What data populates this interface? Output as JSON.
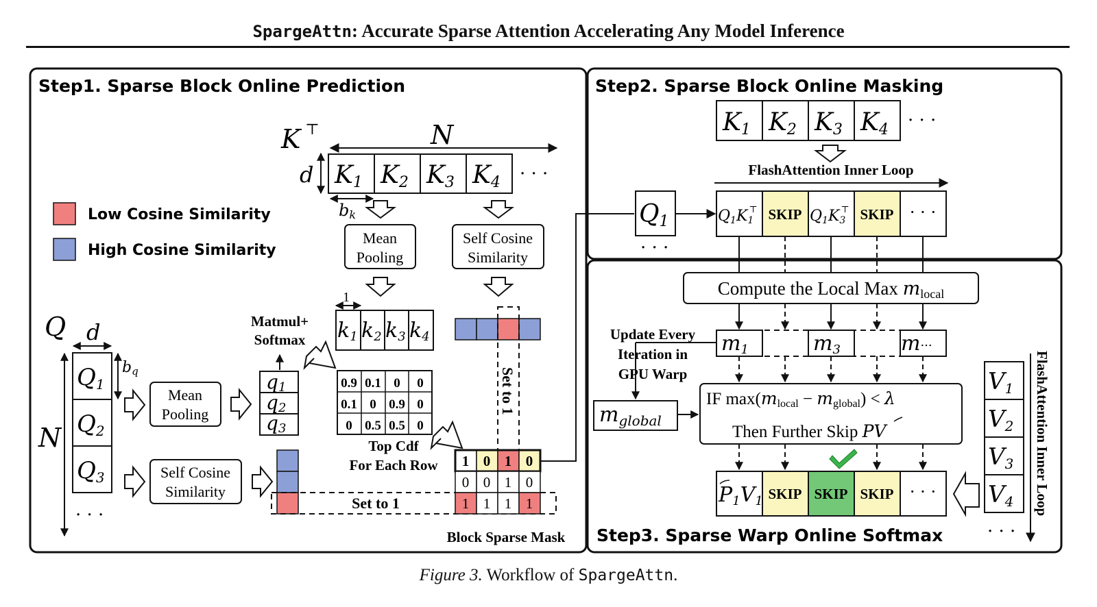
{
  "header": {
    "title_code": "SpargeAttn",
    "title_rest": ": Accurate Sparse Attention Accelerating Any Model Inference"
  },
  "caption": {
    "label": "Figure 3.",
    "text": " Workflow of ",
    "code": "SpargeAttn",
    "end": "."
  },
  "colors": {
    "low_similarity": "#f08080",
    "high_similarity": "#8c9fd6",
    "skip": "#fbf6c0",
    "skip_further": "#72c877",
    "check": "#3bb54a",
    "mask_yellow": "#fbf6c0"
  },
  "legend": {
    "low": "Low  Cosine Similarity",
    "high": "High Cosine Similarity"
  },
  "step1": {
    "title": "Step1. Sparse Block Online Prediction",
    "kt_label": "K",
    "kt_sup": "⊤",
    "n_label": "N",
    "d_label": "d",
    "bk_label": "b",
    "bk_sub": "k",
    "k_blocks": [
      {
        "base": "K",
        "sub": "1"
      },
      {
        "base": "K",
        "sub": "2"
      },
      {
        "base": "K",
        "sub": "3"
      },
      {
        "base": "K",
        "sub": "4"
      }
    ],
    "ellipsis": "· · ·",
    "mean_pooling_1": "Mean",
    "mean_pooling_2": "Pooling",
    "self_cos_1": "Self Cosine",
    "self_cos_2": "Similarity",
    "one_label": "1",
    "small_k": [
      {
        "base": "k",
        "sub": "1"
      },
      {
        "base": "k",
        "sub": "2"
      },
      {
        "base": "k",
        "sub": "3"
      },
      {
        "base": "k",
        "sub": "4"
      }
    ],
    "matmul_1": "Matmul+",
    "matmul_2": "Softmax",
    "q_label": "Q",
    "q_d_label": "d",
    "bq_label": "b",
    "bq_sub": "q",
    "q_n_label": "N",
    "q_blocks": [
      {
        "base": "Q",
        "sub": "1"
      },
      {
        "base": "Q",
        "sub": "2"
      },
      {
        "base": "Q",
        "sub": "3"
      }
    ],
    "q_ellipsis": "· · ·",
    "small_q": [
      {
        "base": "q",
        "sub": "1"
      },
      {
        "base": "q",
        "sub": "2"
      },
      {
        "base": "q",
        "sub": "3"
      }
    ],
    "attn_matrix": [
      [
        "0.9",
        "0.1",
        "0",
        "0"
      ],
      [
        "0.1",
        "0",
        "0.9",
        "0"
      ],
      [
        "0",
        "0.5",
        "0.5",
        "0"
      ]
    ],
    "topcdf_1": "Top Cdf",
    "topcdf_2": "For Each Row",
    "mask_rows": [
      [
        "1",
        "0",
        "1",
        "0"
      ],
      [
        "0",
        "0",
        "1",
        "0"
      ],
      [
        "1",
        "1",
        "1",
        "1"
      ]
    ],
    "set_to_1_vertical": "Set to 1",
    "set_to_1_horizontal": "Set to 1",
    "mask_label": "Block Sparse Mask"
  },
  "step2": {
    "title": "Step2. Sparse Block Online Masking",
    "k_blocks": [
      {
        "base": "K",
        "sub": "1"
      },
      {
        "base": "K",
        "sub": "2"
      },
      {
        "base": "K",
        "sub": "3"
      },
      {
        "base": "K",
        "sub": "4"
      }
    ],
    "ellipsis": "· · ·",
    "inner_loop": "FlashAttention Inner Loop",
    "q1": {
      "base": "Q",
      "sub": "1"
    },
    "q_ellipsis": "· · ·",
    "qk_cells": [
      {
        "kind": "qk",
        "base_q": "Q",
        "sub_q": "1",
        "base_k": "K",
        "sub_k": "1",
        "sup": "⊤"
      },
      {
        "kind": "skip",
        "text": "SKIP"
      },
      {
        "kind": "qk",
        "base_q": "Q",
        "sub_q": "1",
        "base_k": "K",
        "sub_k": "3",
        "sup": "⊤"
      },
      {
        "kind": "skip",
        "text": "SKIP"
      },
      {
        "kind": "dots",
        "text": "· · ·"
      }
    ]
  },
  "step3": {
    "title": "Step3. Sparse Warp Online Softmax",
    "local_max_text": "Compute the Local Max ",
    "local_max_m": "m",
    "local_max_sub": "local",
    "m_nodes": [
      {
        "base": "m",
        "sub": "1"
      },
      {
        "base": "m",
        "sub": "3"
      },
      {
        "base": "m",
        "sub": "..."
      }
    ],
    "update_1": "Update Every",
    "update_2": "Iteration in",
    "update_3": "GPU Warp",
    "m_global": {
      "base": "m",
      "sub": "global"
    },
    "cond_if": "IF  max(",
    "cond_m1": "m",
    "cond_sub1": "local",
    "cond_minus": " − ",
    "cond_m2": "m",
    "cond_sub2": "global",
    "cond_tail": ") < ",
    "cond_lambda": "λ",
    "cond_then": "Then Further Skip ",
    "cond_pv_p": "P",
    "cond_pv_v": "V",
    "pv_cells": [
      {
        "kind": "pv",
        "base_p": "P",
        "sub_p": "1",
        "base_v": "V",
        "sub_v": "1"
      },
      {
        "kind": "skip",
        "text": "SKIP"
      },
      {
        "kind": "skip2",
        "text": "SKIP"
      },
      {
        "kind": "skip",
        "text": "SKIP"
      },
      {
        "kind": "dots",
        "text": "· · ·"
      }
    ],
    "v_blocks": [
      {
        "base": "V",
        "sub": "1"
      },
      {
        "base": "V",
        "sub": "2"
      },
      {
        "base": "V",
        "sub": "3"
      },
      {
        "base": "V",
        "sub": "4"
      }
    ],
    "v_ellipsis": "· · ·",
    "inner_loop_vertical": "FlashAttention Inner Loop"
  }
}
